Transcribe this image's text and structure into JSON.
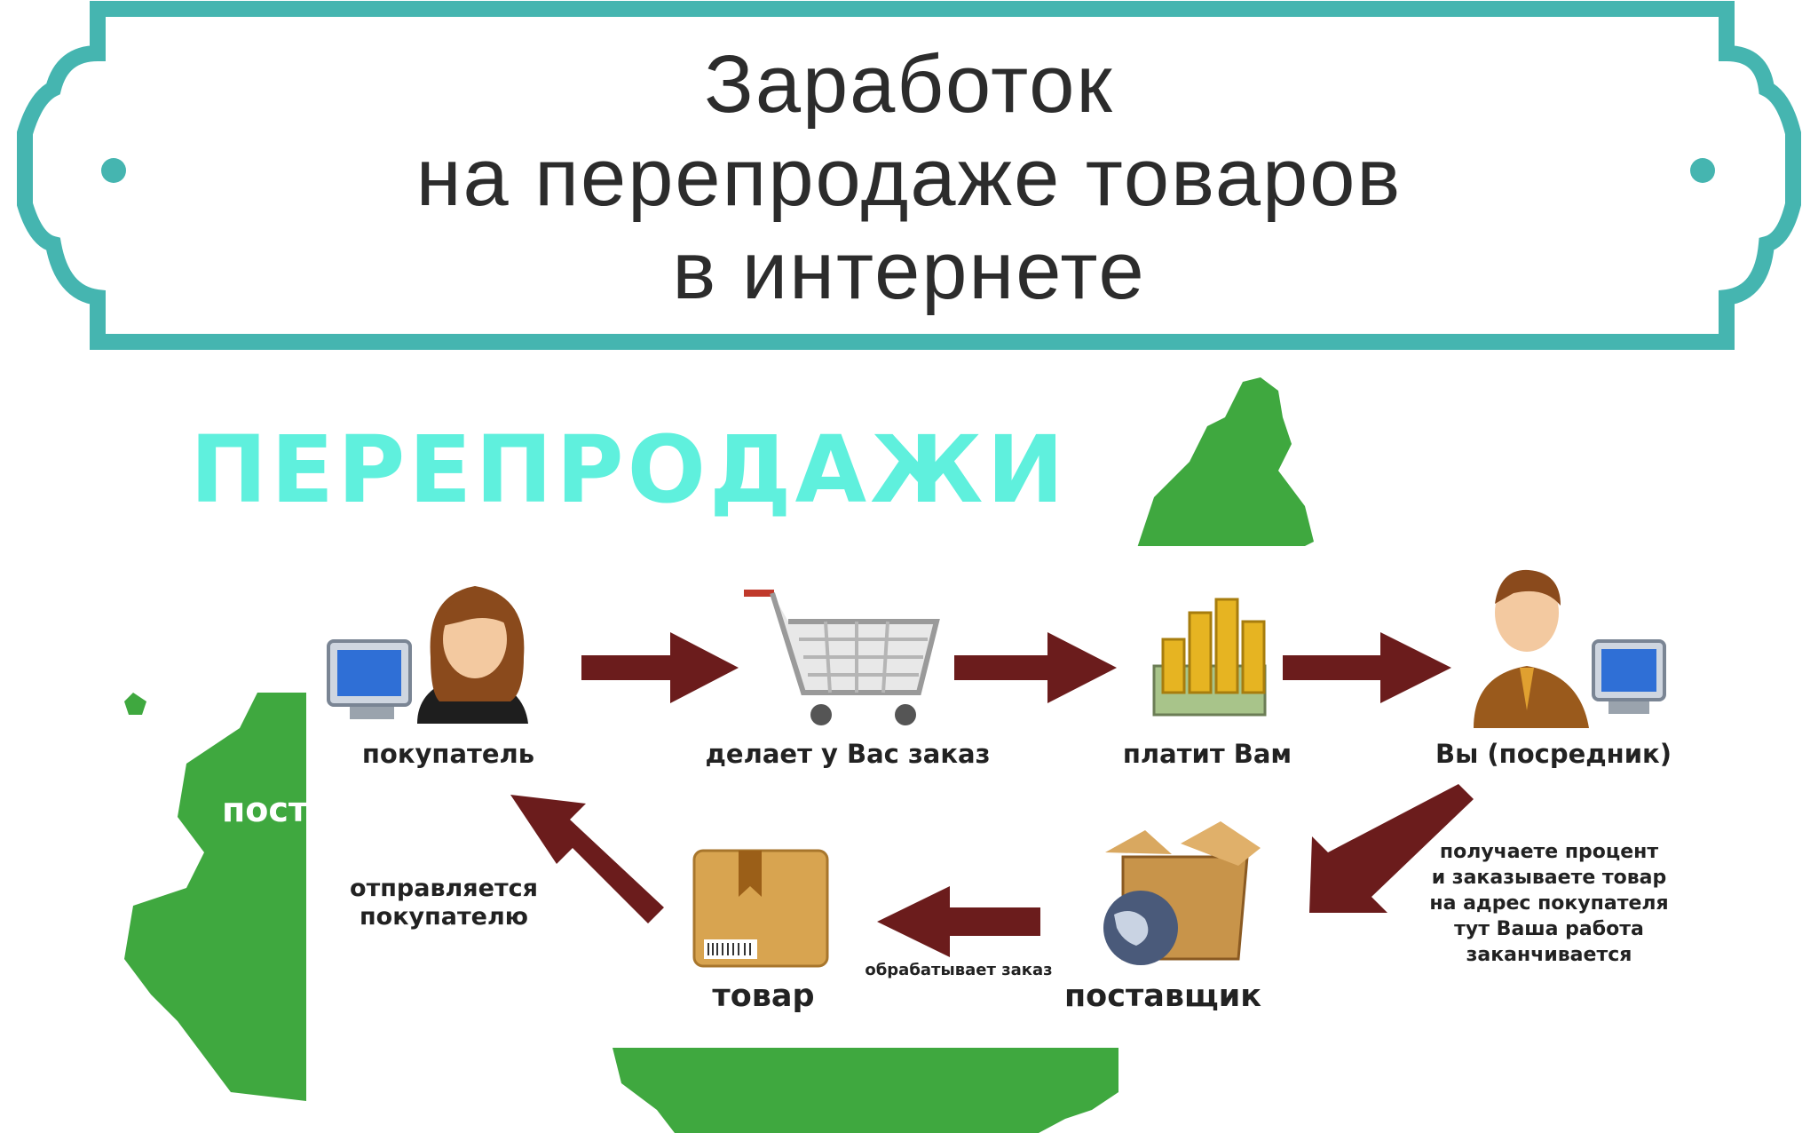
{
  "title": {
    "lines": [
      "Заработок",
      "на перепродаже товаров",
      "в интернете"
    ]
  },
  "heading": "ПЕРЕПРОДАЖИ",
  "map_fragment_text": "пост",
  "nodes": {
    "buyer": {
      "label": "покупатель",
      "icon": "woman-at-computer-icon"
    },
    "order": {
      "label": "делает у Вас заказ",
      "icon": "shopping-cart-icon"
    },
    "pay": {
      "label": "платит Вам",
      "icon": "coins-stack-icon"
    },
    "you": {
      "label": "Вы (посредник)",
      "icon": "man-at-computer-icon"
    },
    "supplier": {
      "label": "поставщик",
      "icon": "globe-box-icon"
    },
    "goods": {
      "label": "товар",
      "icon": "package-box-icon"
    }
  },
  "notes": {
    "supplier_lines": [
      "получаете процент",
      "и заказываете товар",
      "на адрес покупателя",
      "тут Ваша работа",
      "заканчивается"
    ],
    "processes": "обрабатывает заказ",
    "ships_lines": [
      "отправляется",
      "покупателю"
    ]
  },
  "colors": {
    "frame": "#45b5b0",
    "heading": "#5ff0dd",
    "map_green": "#3fa83f",
    "arrow": "#6b1c1c",
    "text": "#222222"
  }
}
